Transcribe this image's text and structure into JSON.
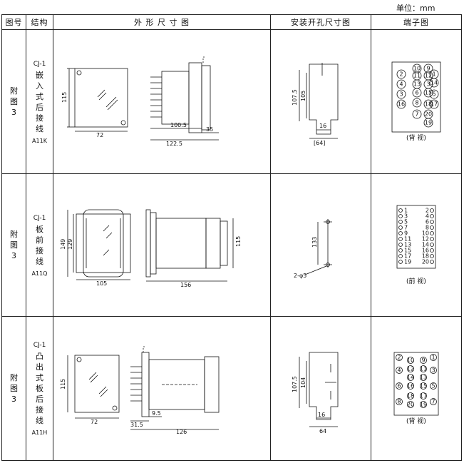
{
  "unit_label": "单位：mm",
  "header": {
    "fig_no": "图号",
    "structure": "结构",
    "outline": "外 形 尺 寸 图",
    "mounting": "安装开孔尺寸图",
    "terminal": "端子图"
  },
  "rows": [
    {
      "fig_label": [
        "附",
        "图",
        "3"
      ],
      "model": "CJ-1",
      "structure_chars": [
        "嵌",
        "入",
        "式",
        "后",
        "接",
        "线"
      ],
      "code": "A11K",
      "outline_dims": {
        "h": "115",
        "w": "72",
        "depth": "100.5",
        "panel": "35",
        "total": "122.5"
      },
      "mount_dims": {
        "h1": "107.5",
        "h2": "105",
        "w1": "16",
        "w2": "[64]"
      },
      "terminal_numbers": [
        "10",
        "9",
        "2",
        "11",
        "12",
        "1",
        "4",
        "13",
        "3",
        "14",
        "3",
        "6",
        "15",
        "5",
        "16",
        "8",
        "18",
        "17",
        "7",
        "20",
        "19"
      ],
      "terminal_caption": "(背 视)"
    },
    {
      "fig_label": [
        "附",
        "图",
        "3"
      ],
      "model": "CJ-1",
      "structure_chars": [
        "板",
        "前",
        "接",
        "线"
      ],
      "code": "A11Q",
      "outline_dims": {
        "h1": "149",
        "h2": "129",
        "w": "105",
        "depth": "156",
        "panel": "115"
      },
      "mount_dims": {
        "h": "133",
        "hole": "2-φ5"
      },
      "terminal_left": [
        "1",
        "3",
        "5",
        "7",
        "9",
        "11",
        "13",
        "15",
        "17",
        "19"
      ],
      "terminal_right": [
        "2",
        "4",
        "6",
        "8",
        "10",
        "12",
        "14",
        "16",
        "18",
        "20"
      ],
      "terminal_caption": "(前 视)"
    },
    {
      "fig_label": [
        "附",
        "图",
        "3"
      ],
      "model": "CJ-1",
      "structure_chars": [
        "凸",
        "出",
        "式",
        "板",
        "后",
        "接",
        "线"
      ],
      "code": "A11H",
      "outline_dims": {
        "h": "115",
        "w": "72",
        "front": "31.5",
        "gap": "9.5",
        "depth": "126"
      },
      "mount_dims": {
        "h1": "107.5",
        "h2": "104",
        "w1": "16",
        "w2": "64"
      },
      "terminal_numbers": [
        "2",
        "10",
        "9",
        "1",
        "4",
        "12",
        "11",
        "3",
        "14",
        "13",
        "6",
        "16",
        "15",
        "5",
        "8",
        "18",
        "17",
        "7",
        "20",
        "19"
      ],
      "terminal_caption": "(背 视)"
    }
  ]
}
